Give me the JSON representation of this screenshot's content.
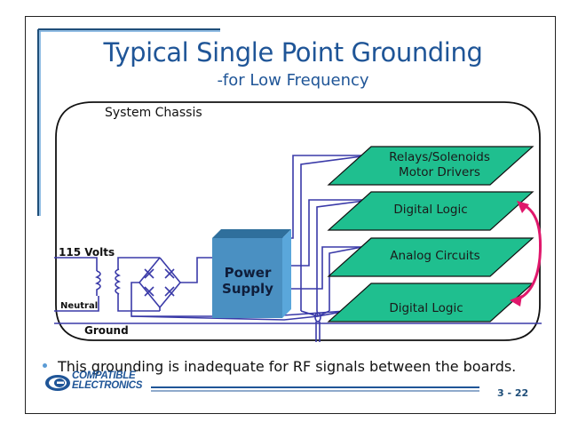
{
  "slide": {
    "title": "Typical Single Point Grounding",
    "subtitle": "-for Low Frequency",
    "chassis_label": "System Chassis",
    "bullet": "This grounding is inadequate for RF signals between the boards.",
    "page_number": "3 - 22",
    "accent_color": "#1f5597"
  },
  "diagram": {
    "power_input_label": "115 Volts",
    "neutral_label": "Neutral",
    "ground_label": "Ground",
    "power_supply_label_line1": "Power",
    "power_supply_label_line2": "Supply",
    "boards": [
      {
        "line1": "Relays/Solenoids",
        "line2": "Motor Drivers"
      },
      {
        "line1": "Digital Logic"
      },
      {
        "line1": "Analog Circuits"
      },
      {
        "line1": "Digital Logic"
      }
    ],
    "board_color": "#1fbf8f",
    "wire_color": "#3a3aa8",
    "arrow_color": "#e0186c",
    "power_supply_color": "#4a90c2"
  },
  "logo": {
    "line1": "COMPATIBLE",
    "line2": "ELECTRONICS"
  }
}
